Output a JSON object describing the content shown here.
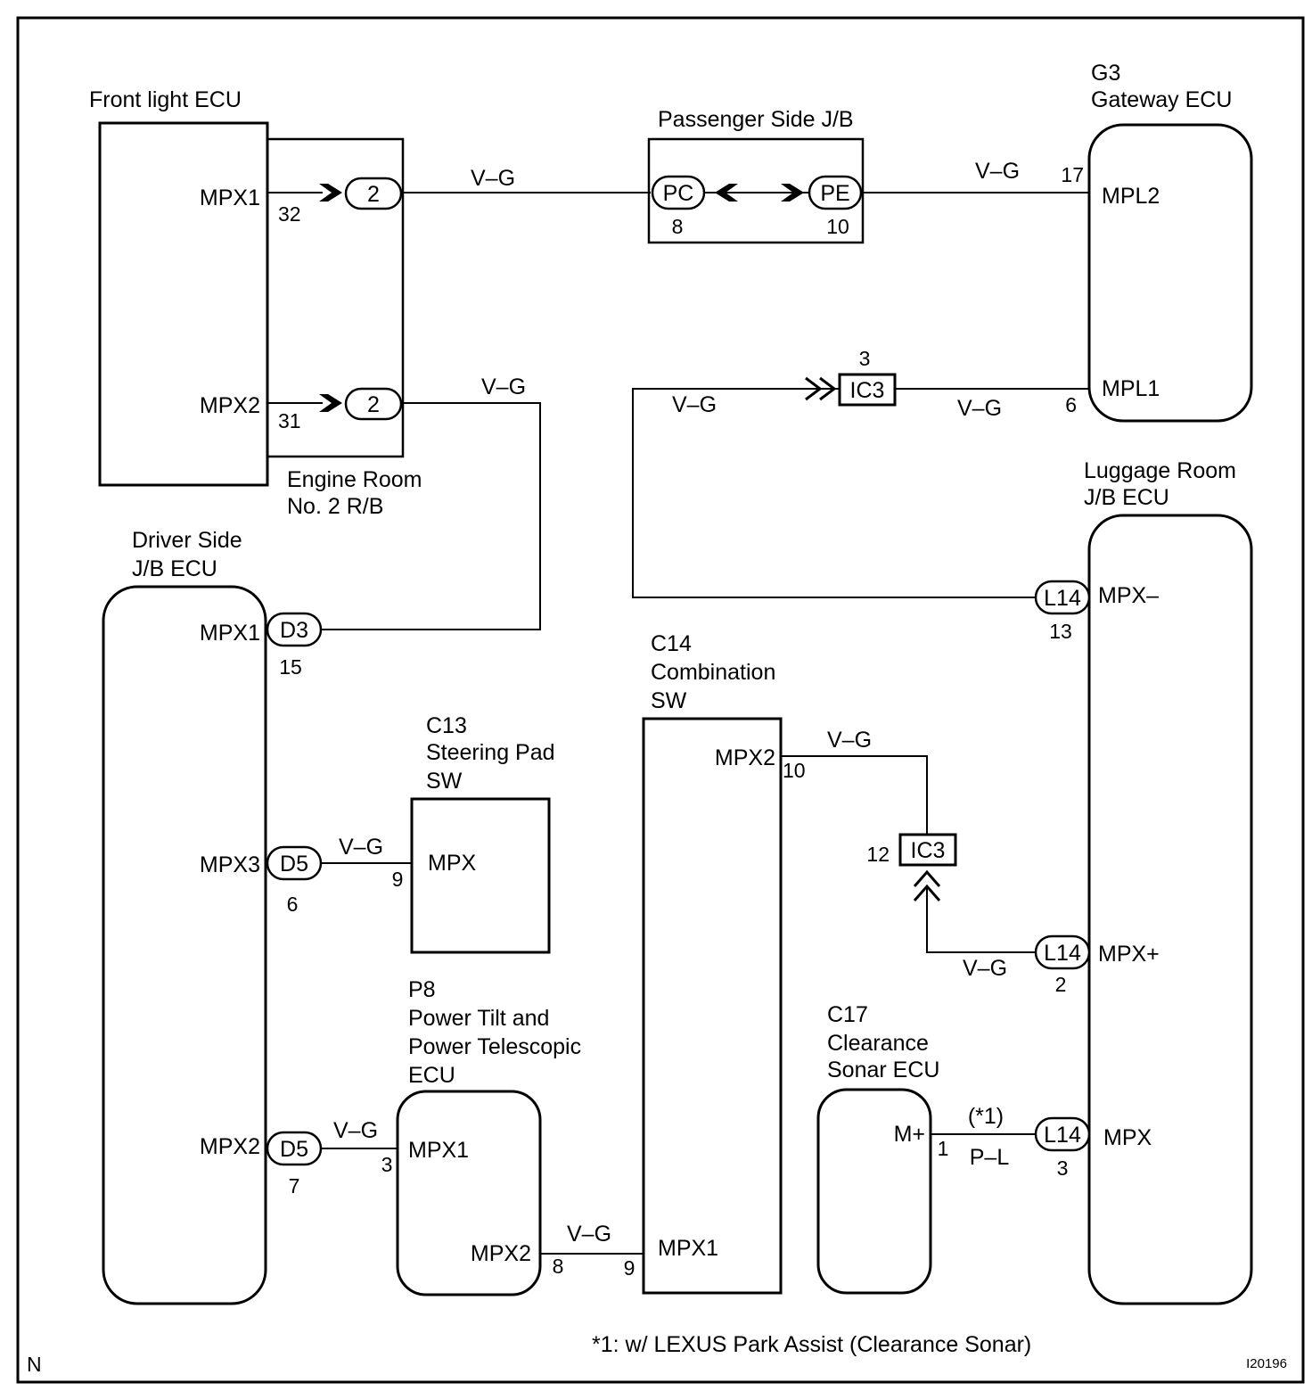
{
  "components": {
    "front_light_ecu": {
      "title": "Front light ECU",
      "pin_mpx1": "MPX1",
      "pin_mpx2": "MPX2",
      "num_mpx1": "32",
      "num_mpx2": "31"
    },
    "engine_room_rb": {
      "line1": "Engine Room",
      "line2": "No. 2 R/B",
      "conn_a": "2",
      "conn_b": "2"
    },
    "passenger_jb": {
      "title": "Passenger Side J/B",
      "conn_pc": "PC",
      "conn_pe": "PE",
      "num_pc": "8",
      "num_pe": "10"
    },
    "gateway_ecu": {
      "code": "G3",
      "title": "Gateway ECU",
      "pin_mpl2": "MPL2",
      "pin_mpl1": "MPL1",
      "num_mpl2": "17",
      "num_mpl1": "6"
    },
    "ic3_upper": {
      "label": "IC3",
      "num": "3"
    },
    "luggage_jb": {
      "line1": "Luggage Room",
      "line2": "J/B ECU",
      "pin_mpx_minus": "MPX–",
      "pin_mpx_plus": "MPX+",
      "pin_mpx": "MPX",
      "conn": "L14",
      "num_minus": "13",
      "num_plus": "2",
      "num_mpx": "3"
    },
    "driver_jb": {
      "line1": "Driver Side",
      "line2": "J/B ECU",
      "pin_mpx1": "MPX1",
      "pin_mpx3": "MPX3",
      "pin_mpx2": "MPX2",
      "conn_d3": "D3",
      "conn_d5a": "D5",
      "conn_d5b": "D5",
      "num_d3": "15",
      "num_d5a": "6",
      "num_d5b": "7"
    },
    "combination_sw": {
      "code": "C14",
      "line1": "Combination",
      "line2": "SW",
      "pin_mpx2": "MPX2",
      "pin_mpx1": "MPX1",
      "num_mpx2": "10",
      "num_mpx1": "9"
    },
    "steering_pad": {
      "code": "C13",
      "line1": "Steering Pad",
      "line2": "SW",
      "pin": "MPX",
      "num": "9"
    },
    "ic3_lower": {
      "label": "IC3",
      "num": "12"
    },
    "power_tilt": {
      "code": "P8",
      "line1": "Power Tilt and",
      "line2": "Power Telescopic",
      "line3": "ECU",
      "pin_mpx1": "MPX1",
      "pin_mpx2": "MPX2",
      "num_mpx1": "3",
      "num_mpx2": "8"
    },
    "clearance_sonar": {
      "code": "C17",
      "line1": "Clearance",
      "line2": "Sonar ECU",
      "pin": "M+",
      "num": "1"
    }
  },
  "wires": {
    "w1": "V–G",
    "w2": "V–G",
    "w3": "V–G",
    "w4": "V–G",
    "w5": "V–G",
    "w6": "V–G",
    "w7": "V–G",
    "w8": "V–G",
    "w9": "V–G",
    "w10": "V–G",
    "w11_note": "(*1)",
    "w11": "P–L"
  },
  "footnote": "*1: w/ LEXUS Park Assist (Clearance Sonar)",
  "corner_left": "N",
  "corner_right": "I20196"
}
